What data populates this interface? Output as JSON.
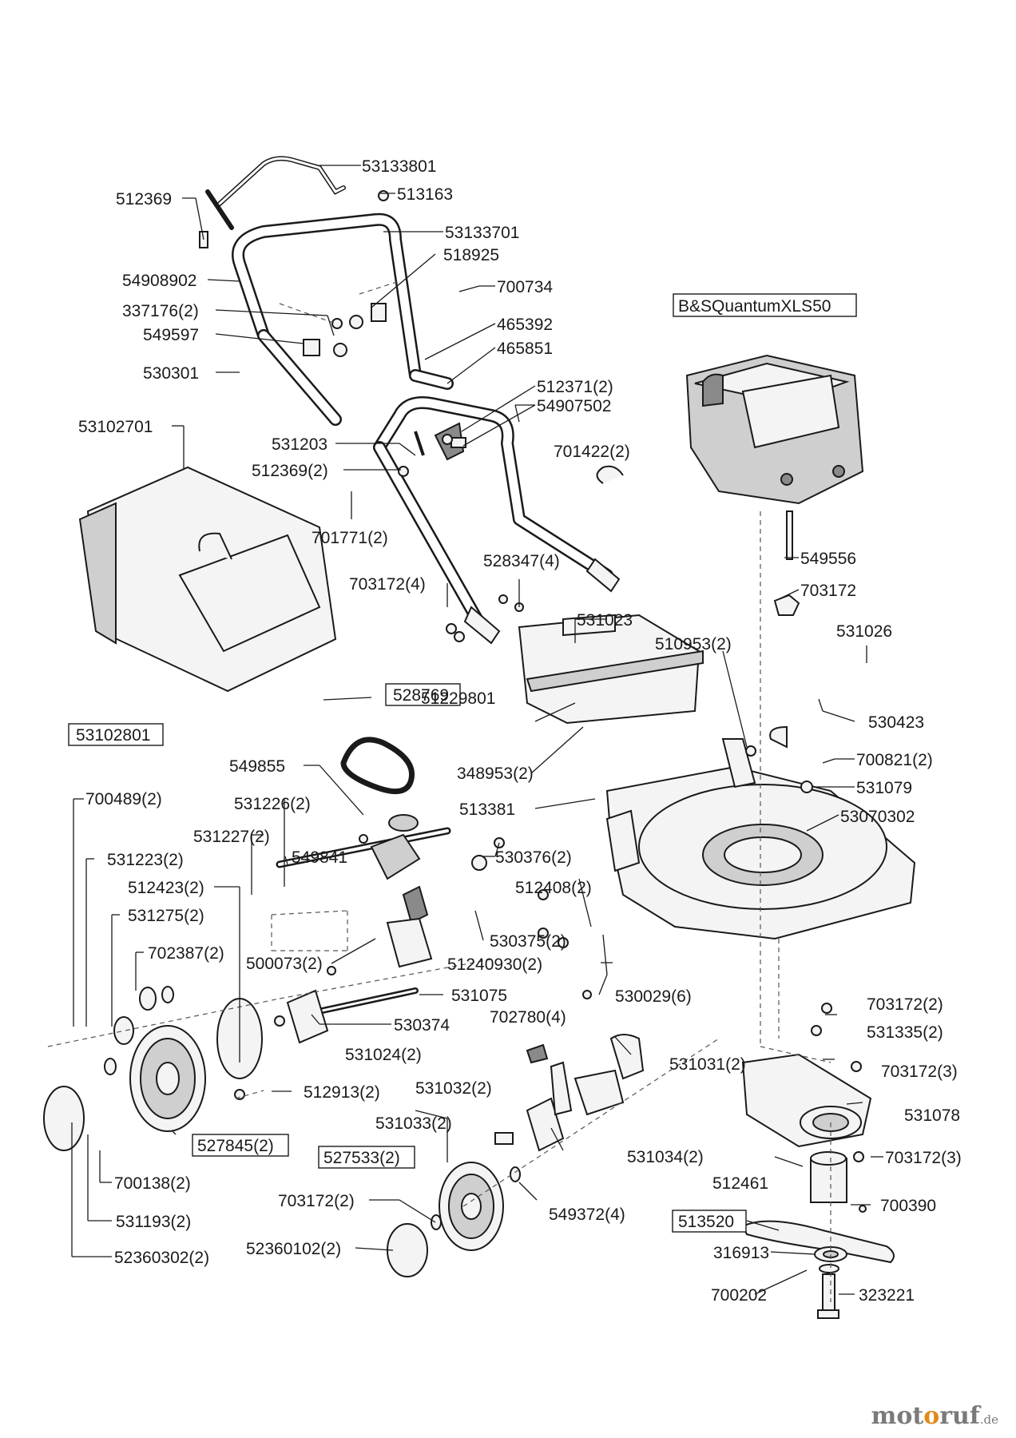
{
  "engine_label": "B&SQuantumXLS50",
  "labels": {
    "p53133801": "53133801",
    "p513163": "513163",
    "p512369": "512369",
    "p53133701": "53133701",
    "p518925": "518925",
    "p54908902": "54908902",
    "p700734": "700734",
    "p337176": "337176(2)",
    "p465392": "465392",
    "p549597": "549597",
    "p465851": "465851",
    "p530301": "530301",
    "p512371": "512371(2)",
    "p54907502": "54907502",
    "p53102701": "53102701",
    "p531203": "531203",
    "p701422": "701422(2)",
    "p512369b": "512369(2)",
    "p701771": "701771(2)",
    "p549556": "549556",
    "p528347": "528347(4)",
    "p703172a": "703172",
    "p703172b": "703172(4)",
    "p531023": "531023",
    "p531026": "531026",
    "p510953": "510953(2)",
    "p528769": "528769",
    "p51229801": "51229801",
    "p530423": "530423",
    "p53102801": "53102801",
    "p348953": "348953(2)",
    "p700821": "700821(2)",
    "p549855": "549855",
    "p531079": "531079",
    "p513381": "513381",
    "p700489": "700489(2)",
    "p531226": "531226(2)",
    "p53070302": "53070302",
    "p531227": "531227(2)",
    "p531223": "531223(2)",
    "p549841": "549841",
    "p530376": "530376(2)",
    "p512423": "512423(2)",
    "p512408": "512408(2)",
    "p531275": "531275(2)",
    "p530375": "530375(2)",
    "p702387": "702387(2)",
    "p500073": "500073(2)",
    "p51240930": "51240930(2)",
    "p531075": "531075",
    "p530029": "530029(6)",
    "p703172c": "703172(2)",
    "p702780": "702780(4)",
    "p530374": "530374",
    "p531335": "531335(2)",
    "p531024": "531024(2)",
    "p531031": "531031(2)",
    "p703172d": "703172(3)",
    "p512913": "512913(2)",
    "p531032": "531032(2)",
    "p531078": "531078",
    "p527845": "527845(2)",
    "p531033": "531033(2)",
    "p527533": "527533(2)",
    "p531034": "531034(2)",
    "p703172e": "703172(3)",
    "p700138": "700138(2)",
    "p512461": "512461",
    "p703172f": "703172(2)",
    "p549372": "549372(4)",
    "p700390": "700390",
    "p531193": "531193(2)",
    "p513520": "513520",
    "p52360302": "52360302(2)",
    "p52360102": "52360102(2)",
    "p316913": "316913",
    "p700202": "700202",
    "p323221": "323221"
  },
  "watermark": {
    "brand_a": "mot",
    "brand_o": "o",
    "brand_b": "ruf",
    "tld": ".de"
  }
}
